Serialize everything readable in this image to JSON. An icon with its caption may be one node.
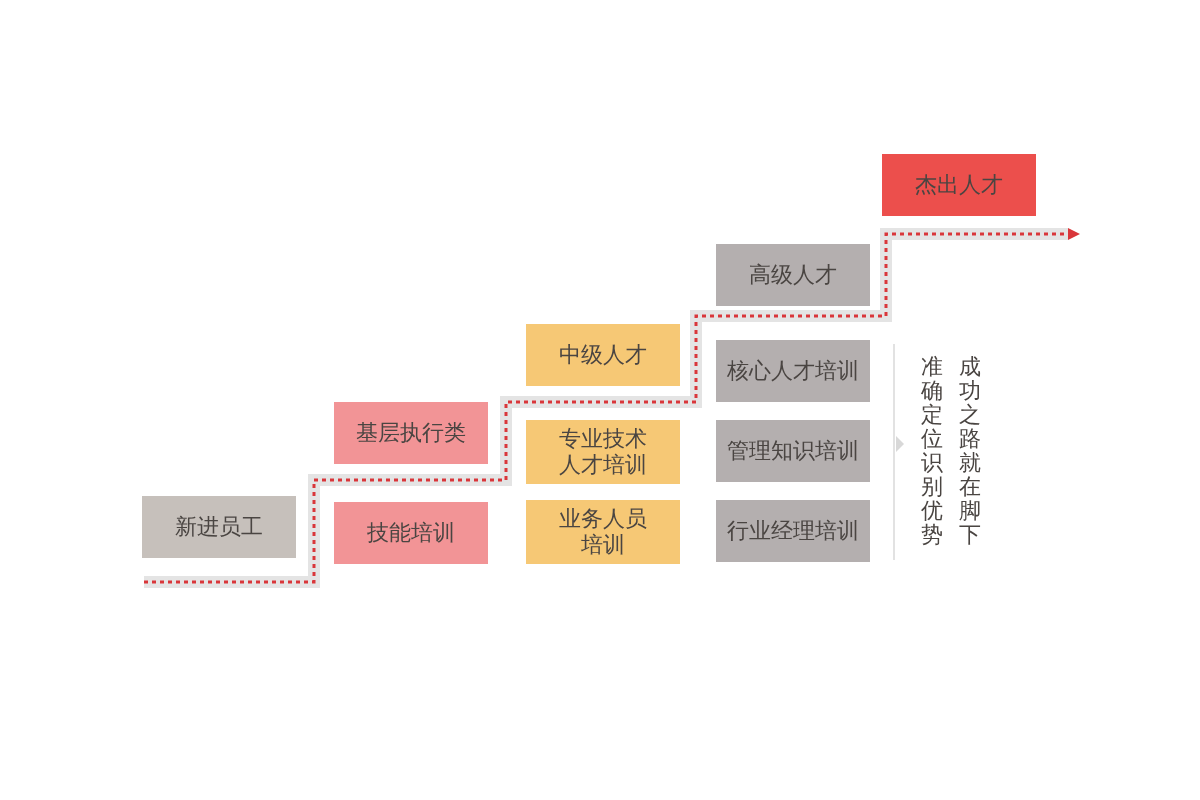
{
  "diagram": {
    "nodes": [
      {
        "text": [
          "新进员工"
        ]
      },
      {
        "text": [
          "基层执行类"
        ]
      },
      {
        "text": [
          "技能培训"
        ]
      },
      {
        "text": [
          "中级人才"
        ]
      },
      {
        "text": [
          "专业技术人才培训"
        ]
      },
      {
        "text": [
          "业务人员培训"
        ]
      },
      {
        "text": [
          "高级人才"
        ]
      },
      {
        "text": [
          "核心人才培训"
        ]
      },
      {
        "text": [
          "管理知识培训"
        ]
      },
      {
        "text": [
          "行业经理培训"
        ]
      },
      {
        "text": [
          "杰出人才"
        ]
      }
    ],
    "edges": [],
    "labels": [
      "成功之路就在脚下",
      "准确定位识别优势"
    ]
  }
}
